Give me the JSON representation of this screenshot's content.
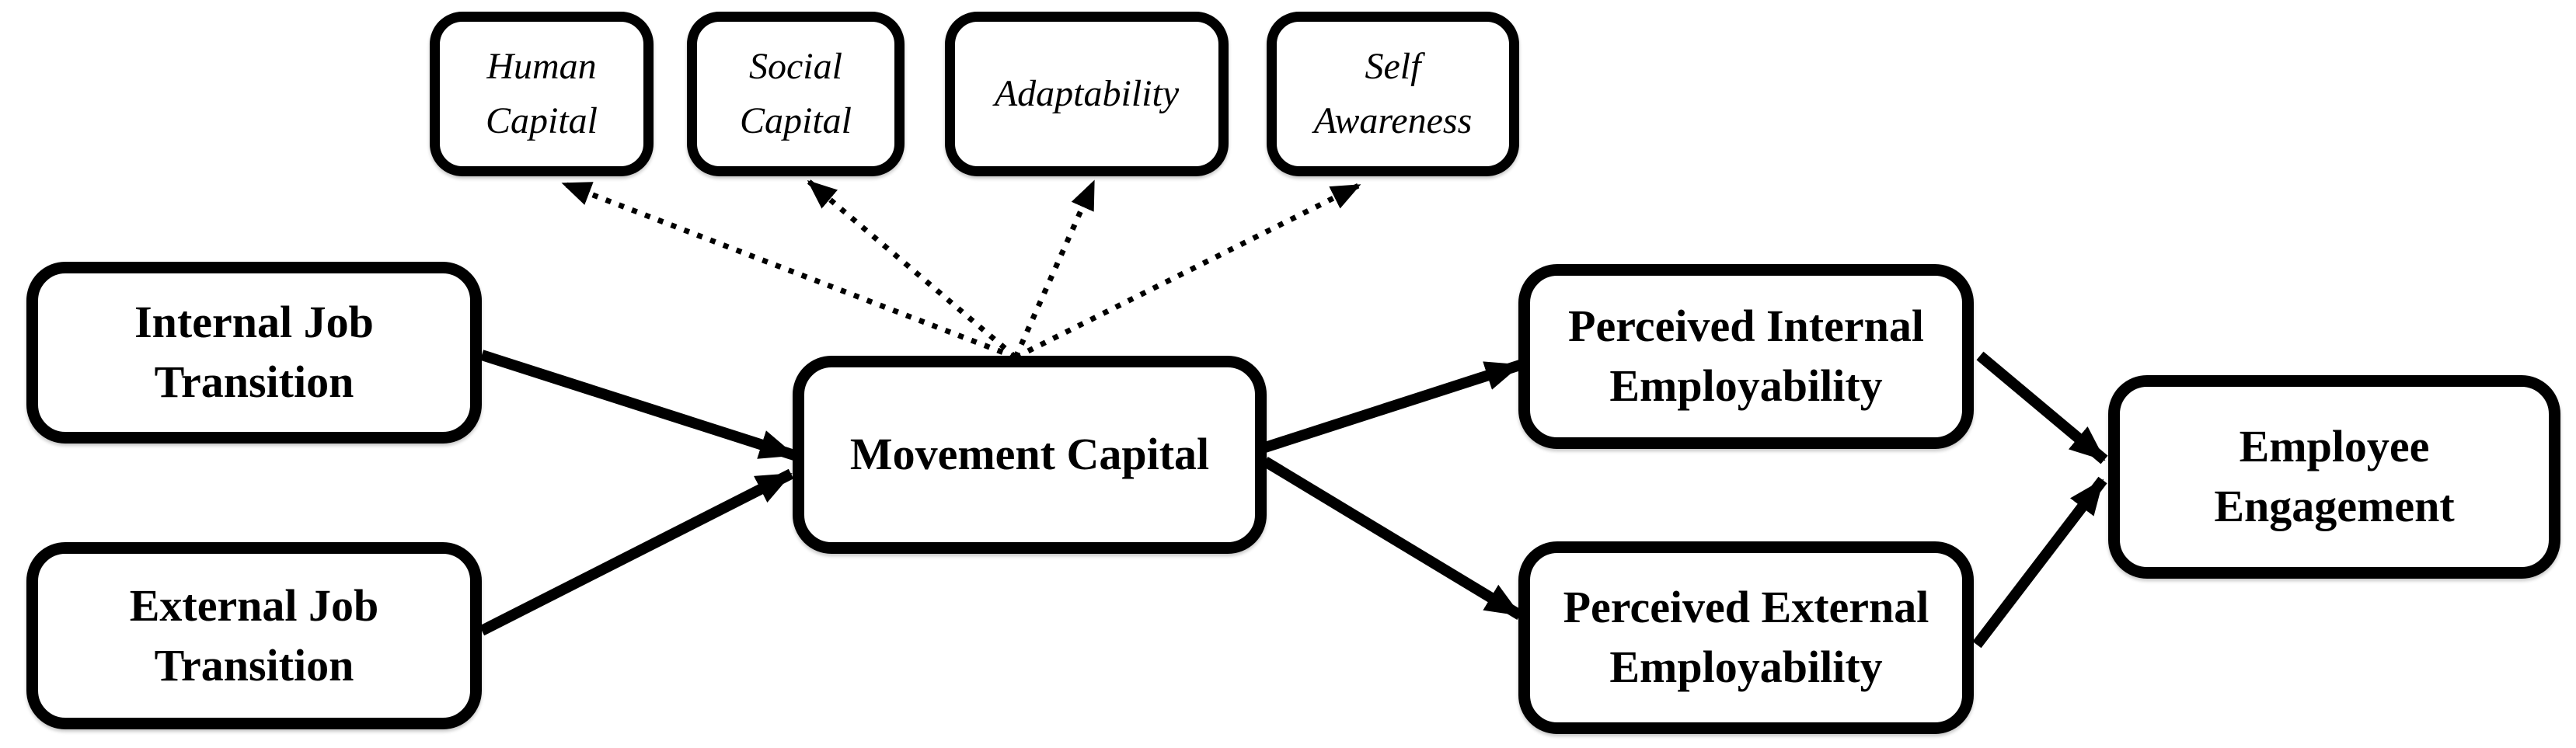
{
  "diagram": {
    "title": "Movement capital conceptual model",
    "background_color": "#ffffff",
    "line_color": "#000000",
    "box_fill_color": "#ffffff",
    "nodes": {
      "human_capital": {
        "label": "Human\nCapital",
        "role": "indicator"
      },
      "social_capital": {
        "label": "Social\nCapital",
        "role": "indicator"
      },
      "adaptability": {
        "label": "Adaptability",
        "role": "indicator"
      },
      "self_awareness": {
        "label": "Self\nAwareness",
        "role": "indicator"
      },
      "internal_job_transition": {
        "label": "Internal Job\nTransition",
        "role": "construct"
      },
      "external_job_transition": {
        "label": "External Job\nTransition",
        "role": "construct"
      },
      "movement_capital": {
        "label": "Movement Capital",
        "role": "construct"
      },
      "perceived_internal_employability": {
        "label": "Perceived Internal\nEmployability",
        "role": "construct"
      },
      "perceived_external_employability": {
        "label": "Perceived External\nEmployability",
        "role": "construct"
      },
      "employee_engagement": {
        "label": "Employee\nEngagement",
        "role": "construct"
      }
    },
    "edges": [
      {
        "from": "internal_job_transition",
        "to": "movement_capital",
        "style": "solid-arrow"
      },
      {
        "from": "external_job_transition",
        "to": "movement_capital",
        "style": "solid-arrow"
      },
      {
        "from": "movement_capital",
        "to": "perceived_internal_employability",
        "style": "solid-arrow"
      },
      {
        "from": "movement_capital",
        "to": "perceived_external_employability",
        "style": "solid-arrow"
      },
      {
        "from": "perceived_internal_employability",
        "to": "employee_engagement",
        "style": "solid-arrow"
      },
      {
        "from": "perceived_external_employability",
        "to": "employee_engagement",
        "style": "solid-arrow"
      },
      {
        "from": "movement_capital",
        "to": "human_capital",
        "style": "dotted-arrow"
      },
      {
        "from": "movement_capital",
        "to": "social_capital",
        "style": "dotted-arrow"
      },
      {
        "from": "movement_capital",
        "to": "adaptability",
        "style": "dotted-arrow"
      },
      {
        "from": "movement_capital",
        "to": "self_awareness",
        "style": "dotted-arrow"
      }
    ]
  }
}
